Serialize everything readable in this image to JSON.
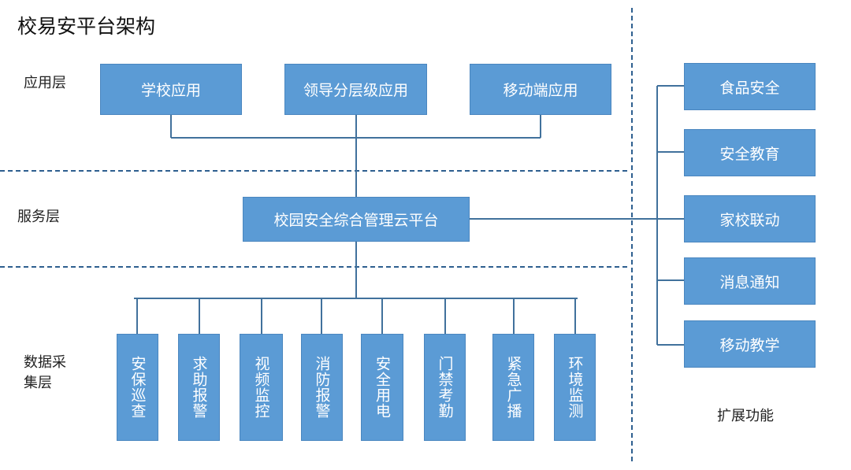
{
  "title": "校易安平台架构",
  "layers": {
    "application": "应用层",
    "service": "服务层",
    "data_collection": "数据采集层",
    "extension": "扩展功能"
  },
  "application_nodes": [
    "学校应用",
    "领导分层级应用",
    "移动端应用"
  ],
  "platform_node": "校园安全综合管理云平台",
  "data_nodes": [
    "安保巡查",
    "求助报警",
    "视频监控",
    "消防报警",
    "安全用电",
    "门禁考勤",
    "紧急广播",
    "环境监测"
  ],
  "extension_nodes": [
    "食品安全",
    "安全教育",
    "家校联动",
    "消息通知",
    "移动教学"
  ],
  "colors": {
    "node_fill": "#5b9bd5",
    "node_text": "#ffffff",
    "connector": "#41719c",
    "divider": "#2e5f8f"
  }
}
